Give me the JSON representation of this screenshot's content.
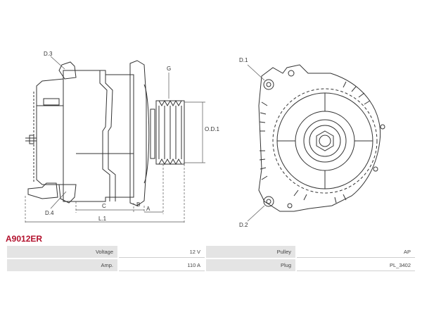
{
  "diagram": {
    "side_labels": {
      "d3": "D.3",
      "g": "G",
      "od1": "O.D.1",
      "d4": "D.4",
      "c": "C",
      "b": "B",
      "a": "A",
      "l1": "L.1"
    },
    "front_labels": {
      "d1": "D.1",
      "d2": "D.2"
    }
  },
  "part_code": "A9012ER",
  "specs": [
    {
      "label": "Voltage",
      "value": "12 V",
      "label2": "Pulley",
      "value2": "AP"
    },
    {
      "label": "Amp.",
      "value": "110 A",
      "label2": "Plug",
      "value2": "PL_3402"
    }
  ]
}
